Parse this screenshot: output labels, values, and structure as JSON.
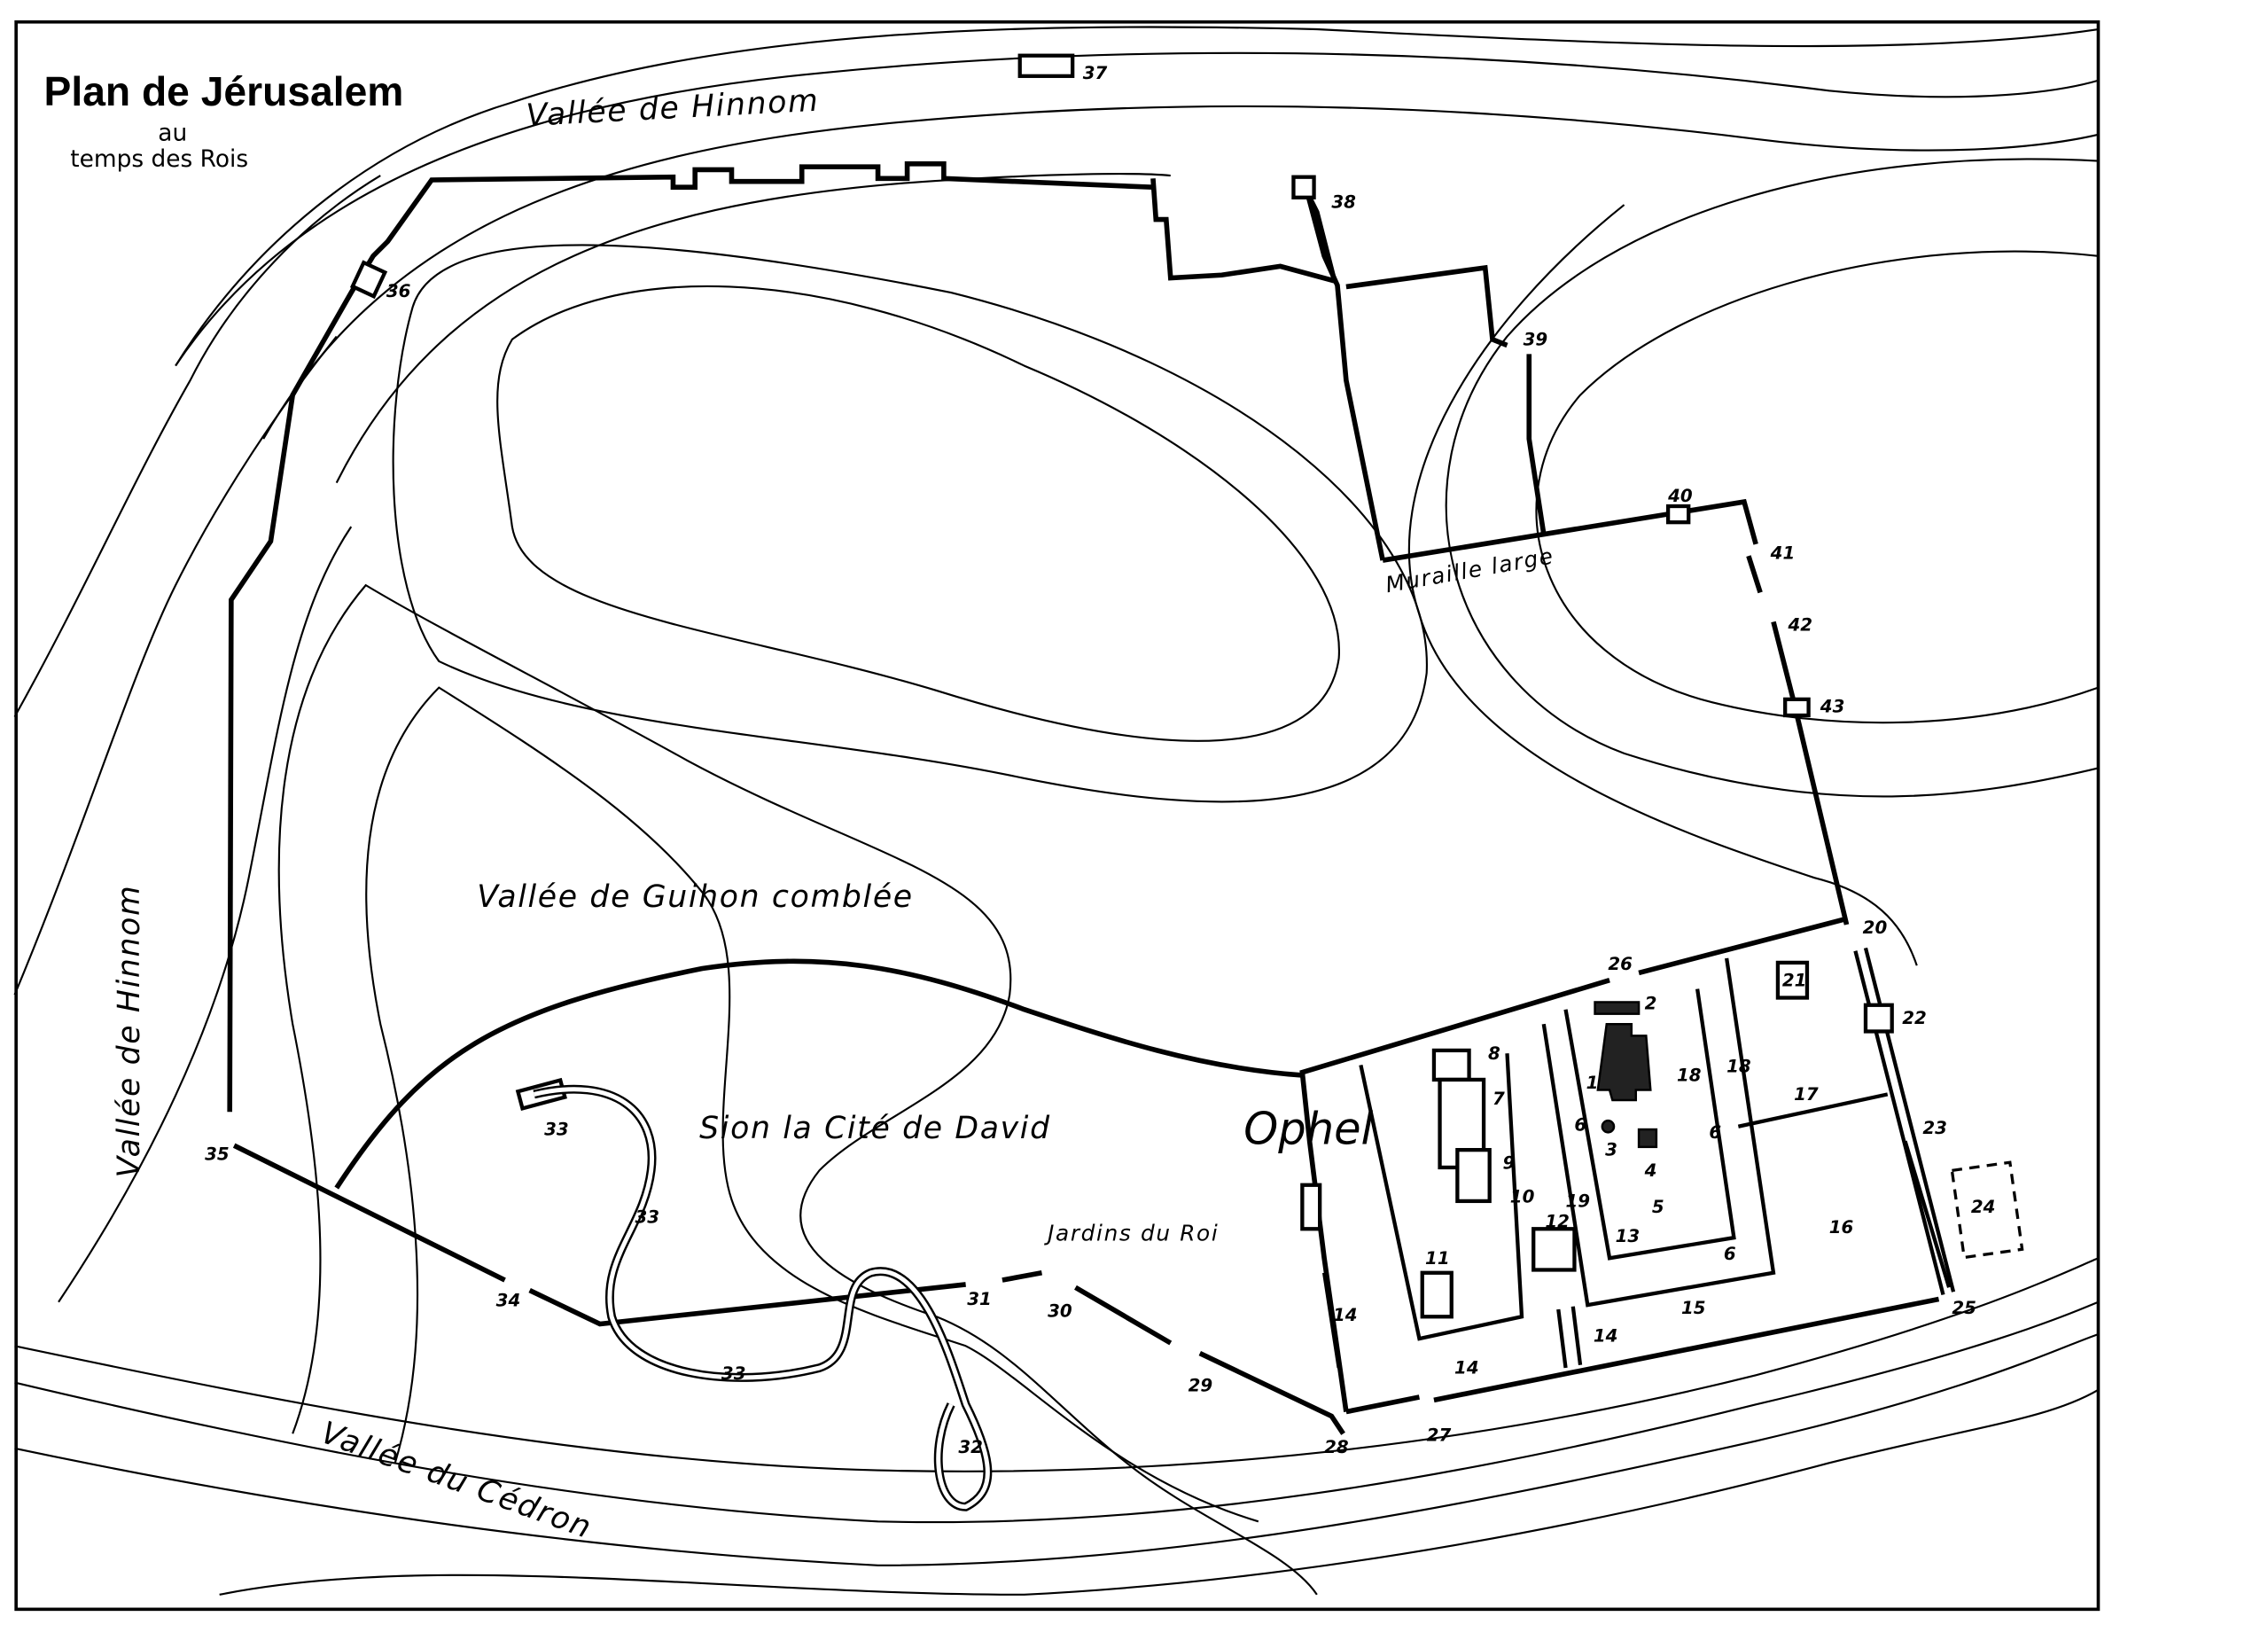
{
  "map": {
    "title": "Plan de Jérusalem",
    "subtitle_line1": "au",
    "subtitle_line2": "temps des Rois",
    "regions": {
      "hinnom_north": "Vallée de Hinnom",
      "hinnom_west": "Vallée de Hinnom",
      "guihon": "Vallée de Guihon comblée",
      "sion": "Sion la Cité de David",
      "ophel": "Ophel",
      "jardins": "Jardins du Roi",
      "cedron": "Vallée du Cédron",
      "muraille": "Muraille large"
    },
    "labels": [
      "1",
      "2",
      "3",
      "4",
      "5",
      "6",
      "6",
      "6",
      "7",
      "8",
      "9",
      "10",
      "11",
      "12",
      "13",
      "14",
      "14",
      "14",
      "15",
      "16",
      "17",
      "18",
      "18",
      "19",
      "20",
      "21",
      "22",
      "23",
      "24",
      "25",
      "26",
      "27",
      "28",
      "29",
      "30",
      "31",
      "32",
      "33",
      "33",
      "33",
      "34",
      "35",
      "36",
      "37",
      "38",
      "39",
      "40",
      "41",
      "42",
      "43"
    ]
  }
}
